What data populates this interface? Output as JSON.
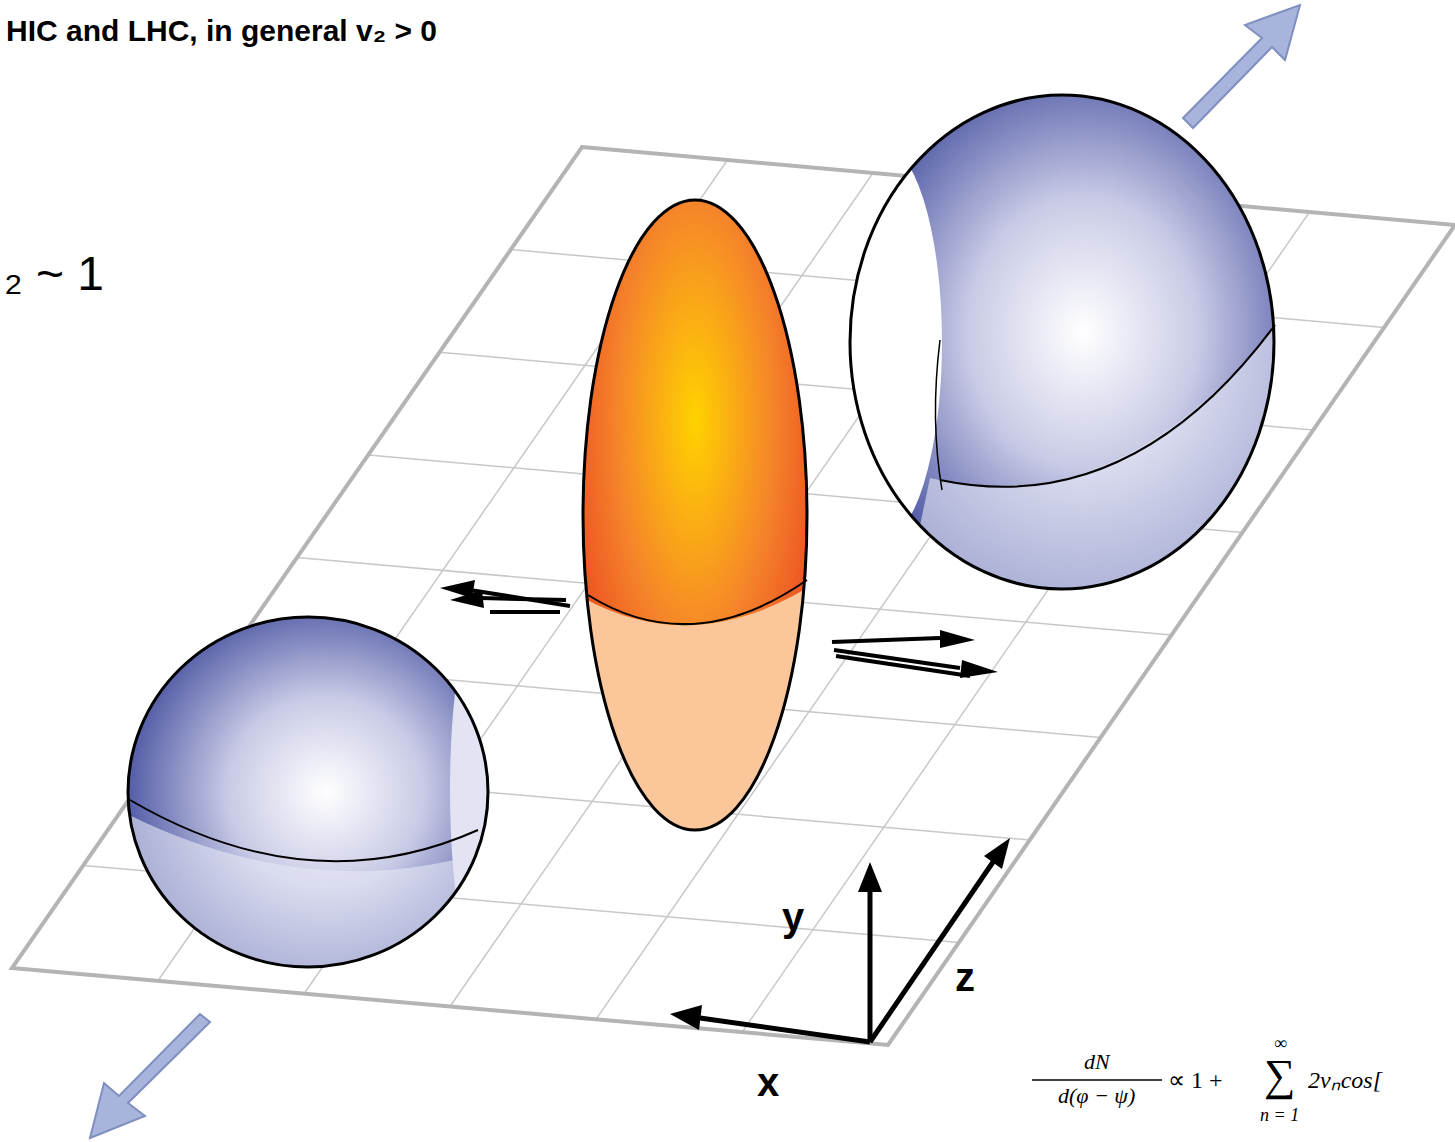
{
  "diagram": {
    "title": "HIC and LHC, in general v₂ > 0",
    "labels": [
      "₂ ~ 1",
      "y",
      "z",
      "x",
      "dN",
      "d(φ − ψ)",
      "∝ 1 +",
      "∞",
      "∑",
      "n = 1",
      "2vₙcos["
    ]
  }
}
